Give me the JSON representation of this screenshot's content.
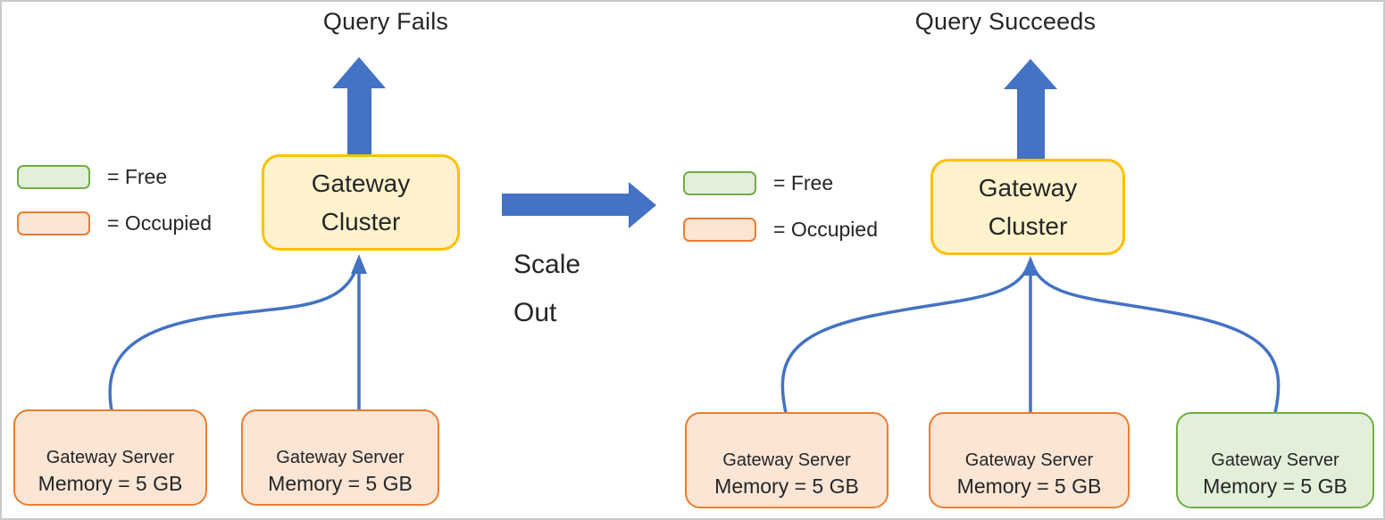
{
  "colors": {
    "blue": "#4472C4",
    "gold_fill": "#FFF2CC",
    "gold_border": "#FFC000",
    "orange_fill": "#FBE5D5",
    "orange_border": "#ED7D31",
    "green_fill": "#E2EFD9",
    "green_border": "#70AD47",
    "text": "#262626",
    "frame_border": "#c9c9c9"
  },
  "legend": {
    "free_label": "= Free",
    "occupied_label": "= Occupied"
  },
  "left": {
    "title": "Query Fails",
    "cluster": {
      "line1": "Gateway",
      "line2": "Cluster"
    },
    "servers": [
      {
        "name": "Gateway Server",
        "memory": "Memory = 5 GB",
        "status": "occupied"
      },
      {
        "name": "Gateway Server",
        "memory": "Memory = 5 GB",
        "status": "occupied"
      }
    ]
  },
  "transition": {
    "line1": "Scale",
    "line2": "Out"
  },
  "right": {
    "title": "Query Succeeds",
    "cluster": {
      "line1": "Gateway",
      "line2": "Cluster"
    },
    "servers": [
      {
        "name": "Gateway Server",
        "memory": "Memory = 5 GB",
        "status": "occupied"
      },
      {
        "name": "Gateway Server",
        "memory": "Memory = 5 GB",
        "status": "occupied"
      },
      {
        "name": "Gateway Server",
        "memory": "Memory = 5 GB",
        "status": "free"
      }
    ]
  }
}
